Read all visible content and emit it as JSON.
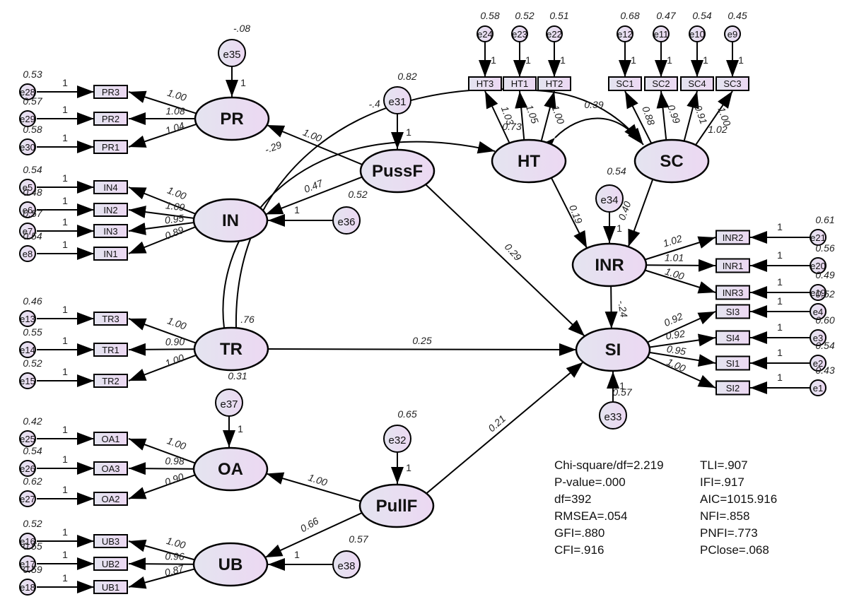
{
  "diagram": {
    "type": "structural-equation-model",
    "colors": {
      "node_fill_start": "#e4e4f0",
      "node_fill_end": "#ecd8f2",
      "stroke": "#000000",
      "background": "#ffffff"
    },
    "latent_factors": [
      {
        "id": "PR",
        "label": "PR"
      },
      {
        "id": "IN",
        "label": "IN"
      },
      {
        "id": "TR",
        "label": "TR"
      },
      {
        "id": "OA",
        "label": "OA"
      },
      {
        "id": "UB",
        "label": "UB"
      },
      {
        "id": "PussF",
        "label": "PussF"
      },
      {
        "id": "PullF",
        "label": "PullF"
      },
      {
        "id": "HT",
        "label": "HT"
      },
      {
        "id": "SC",
        "label": "SC"
      },
      {
        "id": "INR",
        "label": "INR"
      },
      {
        "id": "SI",
        "label": "SI"
      }
    ],
    "measurement": [
      {
        "factor": "PR",
        "items": [
          {
            "label": "PR3",
            "loading": "1.00",
            "error": "e28",
            "error_variance": "0.53",
            "fixed": "1"
          },
          {
            "label": "PR2",
            "loading": "1.08",
            "error": "e29",
            "error_variance": "0.57",
            "fixed": "1"
          },
          {
            "label": "PR1",
            "loading": "1.04",
            "error": "e30",
            "error_variance": "0.58",
            "fixed": "1"
          }
        ]
      },
      {
        "factor": "IN",
        "items": [
          {
            "label": "IN4",
            "loading": "1.00",
            "error": "e5",
            "error_variance": "0.54",
            "fixed": "1"
          },
          {
            "label": "IN2",
            "loading": "1.09",
            "error": "e6",
            "error_variance": "0.48",
            "fixed": "1"
          },
          {
            "label": "IN3",
            "loading": "0.95",
            "error": "e7",
            "error_variance": "0.57",
            "fixed": "1"
          },
          {
            "label": "IN1",
            "loading": "0.89",
            "error": "e8",
            "error_variance": "0.54",
            "fixed": "1"
          }
        ]
      },
      {
        "factor": "TR",
        "items": [
          {
            "label": "TR3",
            "loading": "1.00",
            "error": "e13",
            "error_variance": "0.46",
            "fixed": "1"
          },
          {
            "label": "TR1",
            "loading": "0.90",
            "error": "e14",
            "error_variance": "0.55",
            "fixed": "1"
          },
          {
            "label": "TR2",
            "loading": "1.00",
            "error": "e15",
            "error_variance": "0.52",
            "fixed": "1"
          }
        ]
      },
      {
        "factor": "OA",
        "items": [
          {
            "label": "OA1",
            "loading": "1.00",
            "error": "e25",
            "error_variance": "0.42",
            "fixed": "1"
          },
          {
            "label": "OA3",
            "loading": "0.98",
            "error": "e26",
            "error_variance": "0.54",
            "fixed": "1"
          },
          {
            "label": "OA2",
            "loading": "0.90",
            "error": "e27",
            "error_variance": "0.62",
            "fixed": "1"
          }
        ]
      },
      {
        "factor": "UB",
        "items": [
          {
            "label": "UB3",
            "loading": "1.00",
            "error": "e16",
            "error_variance": "0.52",
            "fixed": "1"
          },
          {
            "label": "UB2",
            "loading": "0.96",
            "error": "e17",
            "error_variance": "0.55",
            "fixed": "1"
          },
          {
            "label": "UB1",
            "loading": "0.87",
            "error": "e18",
            "error_variance": "0.59",
            "fixed": "1"
          }
        ]
      },
      {
        "factor": "HT",
        "items": [
          {
            "label": "HT3",
            "loading": "1.03",
            "error": "e24",
            "error_variance": "0.58",
            "fixed": "1"
          },
          {
            "label": "HT1",
            "loading": "1.05",
            "error": "e23",
            "error_variance": "0.52",
            "fixed": "1"
          },
          {
            "label": "HT2",
            "loading": "1.00",
            "error": "e22",
            "error_variance": "0.51",
            "fixed": "1"
          }
        ]
      },
      {
        "factor": "SC",
        "items": [
          {
            "label": "SC1",
            "loading": "0.88",
            "error": "e12",
            "error_variance": "0.68",
            "fixed": "1"
          },
          {
            "label": "SC2",
            "loading": "0.99",
            "error": "e11",
            "error_variance": "0.47",
            "fixed": "1"
          },
          {
            "label": "SC4",
            "loading": "0.91",
            "error": "e10",
            "error_variance": "0.54",
            "fixed": "1"
          },
          {
            "label": "SC3",
            "loading": "1.00",
            "error": "e9",
            "error_variance": "0.45",
            "fixed": "1"
          }
        ]
      },
      {
        "factor": "INR",
        "items": [
          {
            "label": "INR2",
            "loading": "1.02",
            "error": "e21",
            "error_variance": "0.61",
            "fixed": "1"
          },
          {
            "label": "INR1",
            "loading": "1.01",
            "error": "e20",
            "error_variance": "0.56",
            "fixed": "1"
          },
          {
            "label": "INR3",
            "loading": "1.00",
            "error": "e19",
            "error_variance": "0.49",
            "fixed": "1"
          }
        ]
      },
      {
        "factor": "SI",
        "items": [
          {
            "label": "SI3",
            "loading": "0.92",
            "error": "e4",
            "error_variance": "0.52",
            "fixed": "1"
          },
          {
            "label": "SI4",
            "loading": "0.92",
            "error": "e3",
            "error_variance": "0.60",
            "fixed": "1"
          },
          {
            "label": "SI1",
            "loading": "0.95",
            "error": "e2",
            "error_variance": "0.54",
            "fixed": "1"
          },
          {
            "label": "SI2",
            "loading": "1.00",
            "error": "e1",
            "error_variance": "0.43",
            "fixed": "1"
          }
        ]
      }
    ],
    "disturbances": [
      {
        "id": "e35",
        "target": "PR",
        "variance": "-.08",
        "fixed": "1"
      },
      {
        "id": "e36",
        "target": "IN",
        "variance": "0.52",
        "fixed": "1"
      },
      {
        "id": "e37",
        "target": "OA",
        "variance": "0.31",
        "fixed": "1"
      },
      {
        "id": "e38",
        "target": "UB",
        "variance": "0.57",
        "fixed": "1"
      },
      {
        "id": "e31",
        "target": "PussF",
        "variance": "0.82",
        "fixed": "1"
      },
      {
        "id": "e32",
        "target": "PullF",
        "variance": "0.65",
        "fixed": "1"
      },
      {
        "id": "e34",
        "target": "INR",
        "variance": "0.54",
        "fixed": "1"
      },
      {
        "id": "e33",
        "target": "SI",
        "variance": "0.57",
        "fixed": "1"
      }
    ],
    "paths": [
      {
        "from": "PussF",
        "to": "PR",
        "estimate": "1.00"
      },
      {
        "from": "PussF",
        "to": "IN",
        "estimate": "0.47"
      },
      {
        "from": "PussF",
        "to": "SI",
        "estimate": "0.29"
      },
      {
        "from": "PullF",
        "to": "OA",
        "estimate": "1.00"
      },
      {
        "from": "PullF",
        "to": "UB",
        "estimate": "0.66"
      },
      {
        "from": "PullF",
        "to": "SI",
        "estimate": "0.21"
      },
      {
        "from": "TR",
        "to": "SI",
        "estimate": "0.25"
      },
      {
        "from": "HT",
        "to": "INR",
        "estimate": "0.19"
      },
      {
        "from": "SC",
        "to": "INR",
        "estimate": "0.40"
      },
      {
        "from": "INR",
        "to": "SI",
        "estimate": "-.24"
      }
    ],
    "covariances": [
      {
        "between": [
          "SC",
          "HT"
        ],
        "estimate": "0.39"
      },
      {
        "between": [
          "HT",
          "TR"
        ],
        "estimate": "-.29"
      },
      {
        "between": [
          "SC",
          "TR"
        ],
        "estimate": "-.4"
      }
    ],
    "exogenous_variances": [
      {
        "factor": "HT",
        "variance": "0.73"
      },
      {
        "factor": "SC",
        "variance": "1.02"
      },
      {
        "factor": "TR",
        "variance": ".76"
      }
    ],
    "fit_indices": {
      "left": [
        "Chi-square/df=2.219",
        "P-value=.000",
        "df=392",
        "RMSEA=.054",
        "GFI=.880",
        "CFI=.916"
      ],
      "right": [
        "TLI=.907",
        "IFI=.917",
        "AIC=1015.916",
        "NFI=.858",
        "PNFI=.773",
        "PClose=.068"
      ]
    }
  }
}
